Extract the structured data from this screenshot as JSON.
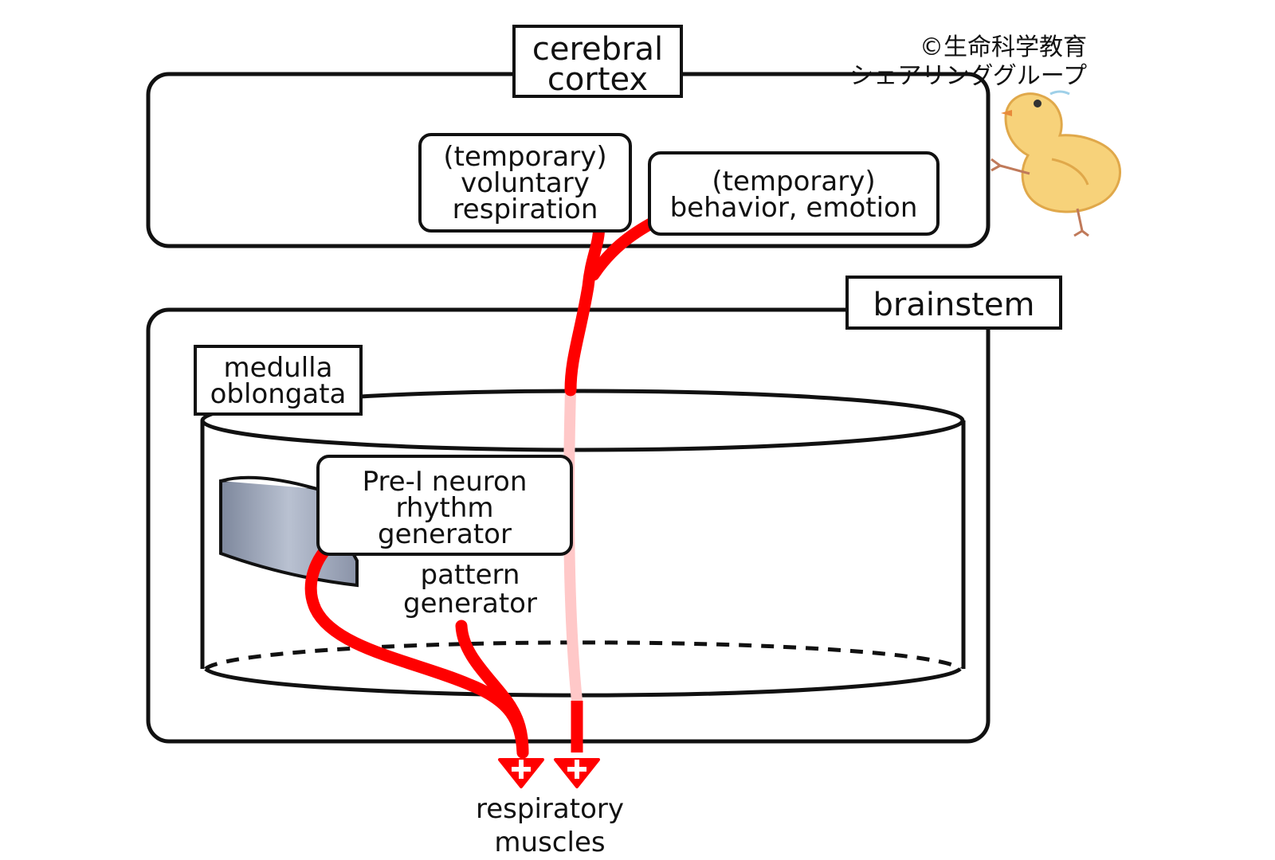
{
  "copyright": {
    "line1": "©生命科学教育",
    "line2": "シェアリンググループ"
  },
  "cerebral_cortex": {
    "title_line1": "cerebral",
    "title_line2": "cortex",
    "voluntary": [
      "(temporary)",
      "voluntary",
      "respiration"
    ],
    "behavior": [
      "(temporary)",
      "behavior, emotion"
    ]
  },
  "brainstem": {
    "title": "brainstem",
    "medulla": [
      "medulla",
      "oblongata"
    ],
    "rhythm_generator": [
      "Pre-I neuron",
      "rhythm",
      "generator"
    ],
    "pattern_generator": [
      "pattern",
      "generator"
    ]
  },
  "output": {
    "label": [
      "respiratory",
      "muscles"
    ],
    "plus_symbol": "+"
  },
  "colors": {
    "pathway": "#ff0000",
    "pathway_faded": "#ffc8c8",
    "outline": "#111111",
    "cylinder_band": "#9aa3b5"
  }
}
